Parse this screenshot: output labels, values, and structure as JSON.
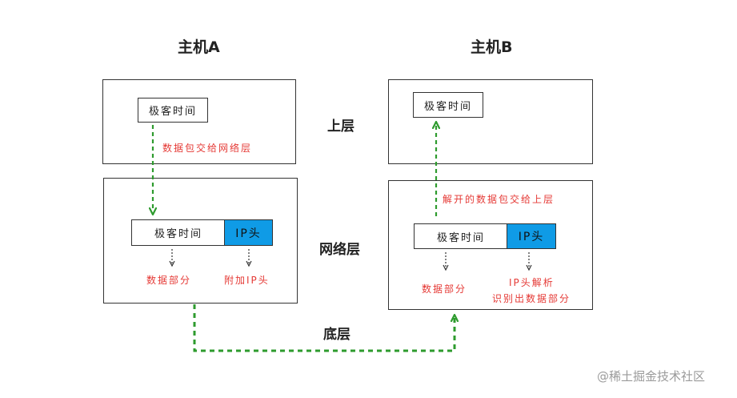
{
  "host_a": {
    "title": "主机A",
    "top_packet": "极客时间",
    "handoff_note": "数据包交给网络层",
    "packet_data": "极客时间",
    "packet_ip": "IP头",
    "data_note": "数据部分",
    "ip_note": "附加IP头"
  },
  "host_b": {
    "title": "主机B",
    "top_packet": "极客时间",
    "handoff_note": "解开的数据包交给上层",
    "packet_data": "极客时间",
    "packet_ip": "IP头",
    "data_note": "数据部分",
    "ip_note_line1": "IP头解析",
    "ip_note_line2": "识别出数据部分"
  },
  "layers": {
    "upper": "上层",
    "network": "网络层",
    "bottom": "底层"
  },
  "colors": {
    "arrow_green": "#2e9b2e",
    "ip_blue": "#0f9be6",
    "note_red": "#e53935"
  },
  "watermark": "@稀土掘金技术社区"
}
